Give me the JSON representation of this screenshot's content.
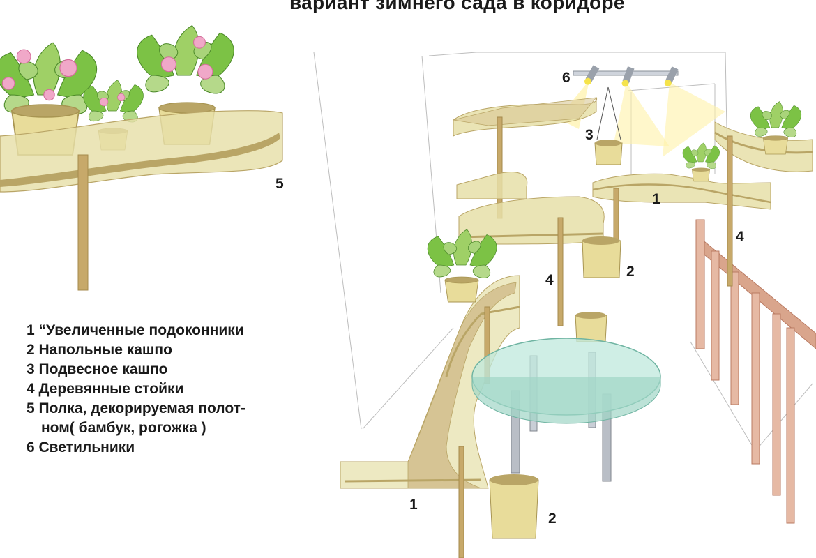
{
  "title": "вариант зимнего сада в коридоре",
  "legend": [
    "1 “Увеличенные  подоконники",
    "2 Напольные кашпо",
    "3 Подвесное кашпо",
    "4 Деревянные стойки",
    "5 Полка, декорируемая полот-",
    "ном( бамбук, рогожка )",
    "6 Светильники"
  ],
  "callouts": {
    "n1a": "1",
    "n1b": "1",
    "n2a": "2",
    "n2b": "2",
    "n3": "3",
    "n4a": "4",
    "n4b": "4",
    "n5": "5",
    "n6": "6"
  },
  "colors": {
    "shelf": "#e6dfa8",
    "shelf_edge": "#b9a566",
    "wood": "#c7a96a",
    "pot": "#e8dc9a",
    "leaf": "#7cc245",
    "leaf_light": "#b5d98a",
    "flower": "#f0a8c8",
    "glass": "#bfe8dc",
    "rail": "#d9a58c",
    "light": "#fff2a8"
  }
}
